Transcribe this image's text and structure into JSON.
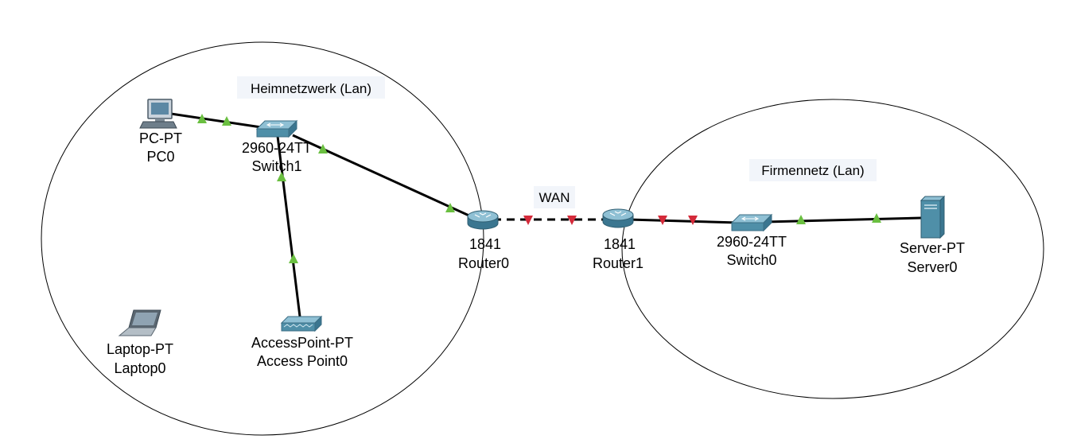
{
  "areas": [
    {
      "id": "home",
      "label": "Heimnetzwerk (Lan)"
    },
    {
      "id": "company",
      "label": "Firmennetz (Lan)"
    }
  ],
  "wan_label": "WAN",
  "devices": [
    {
      "id": "pc0",
      "type": "pc-icon",
      "model": "PC-PT",
      "name": "PC0"
    },
    {
      "id": "switch1",
      "type": "switch-icon",
      "model": "2960-24TT",
      "name": "Switch1"
    },
    {
      "id": "laptop0",
      "type": "laptop-icon",
      "model": "Laptop-PT",
      "name": "Laptop0"
    },
    {
      "id": "ap0",
      "type": "access-point-icon",
      "model": "AccessPoint-PT",
      "name": "Access Point0"
    },
    {
      "id": "router0",
      "type": "router-icon",
      "model": "1841",
      "name": "Router0"
    },
    {
      "id": "router1",
      "type": "router-icon",
      "model": "1841",
      "name": "Router1"
    },
    {
      "id": "switch0",
      "type": "switch-icon",
      "model": "2960-24TT",
      "name": "Switch0"
    },
    {
      "id": "server0",
      "type": "server-icon",
      "model": "Server-PT",
      "name": "Server0"
    }
  ],
  "links": [
    {
      "from": "pc0",
      "to": "switch1",
      "style": "solid",
      "status": "up"
    },
    {
      "from": "switch1",
      "to": "ap0",
      "style": "solid",
      "status": "up"
    },
    {
      "from": "switch1",
      "to": "router0",
      "style": "solid",
      "status": "up"
    },
    {
      "from": "router0",
      "to": "router1",
      "style": "dashed",
      "status": "down"
    },
    {
      "from": "router1",
      "to": "switch0",
      "style": "solid",
      "status": "down"
    },
    {
      "from": "switch0",
      "to": "server0",
      "style": "solid",
      "status": "up"
    }
  ],
  "colors": {
    "link_up": "#6abf40",
    "link_down": "#d42a3a",
    "line": "#000000",
    "device": "#4f8fa8",
    "area_label_bg": "#f2f5fa"
  }
}
